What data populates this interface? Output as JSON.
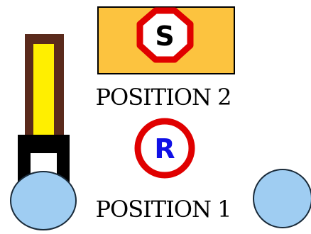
{
  "position_2": {
    "label": "POSITION 2",
    "badge_letter": "S"
  },
  "position_1": {
    "label": "POSITION 1",
    "badge_letter": "R"
  },
  "colors": {
    "panel_fill": "#fcc33f",
    "badge_border": "#e00000",
    "s_letter": "#000000",
    "r_letter": "#1010e6",
    "lever_frame": "#5a2a1c",
    "lever_window": "#ffef00",
    "lever_collar": "#000000",
    "ball_fill": "#9fcdf2",
    "ball_stroke": "#1a2b3a"
  },
  "icons": {
    "s_badge": "octagon-s-icon",
    "r_badge": "circle-r-icon",
    "lever": "lever-handle-icon",
    "left_ball": "ball-icon",
    "right_ball": "ball-icon"
  }
}
